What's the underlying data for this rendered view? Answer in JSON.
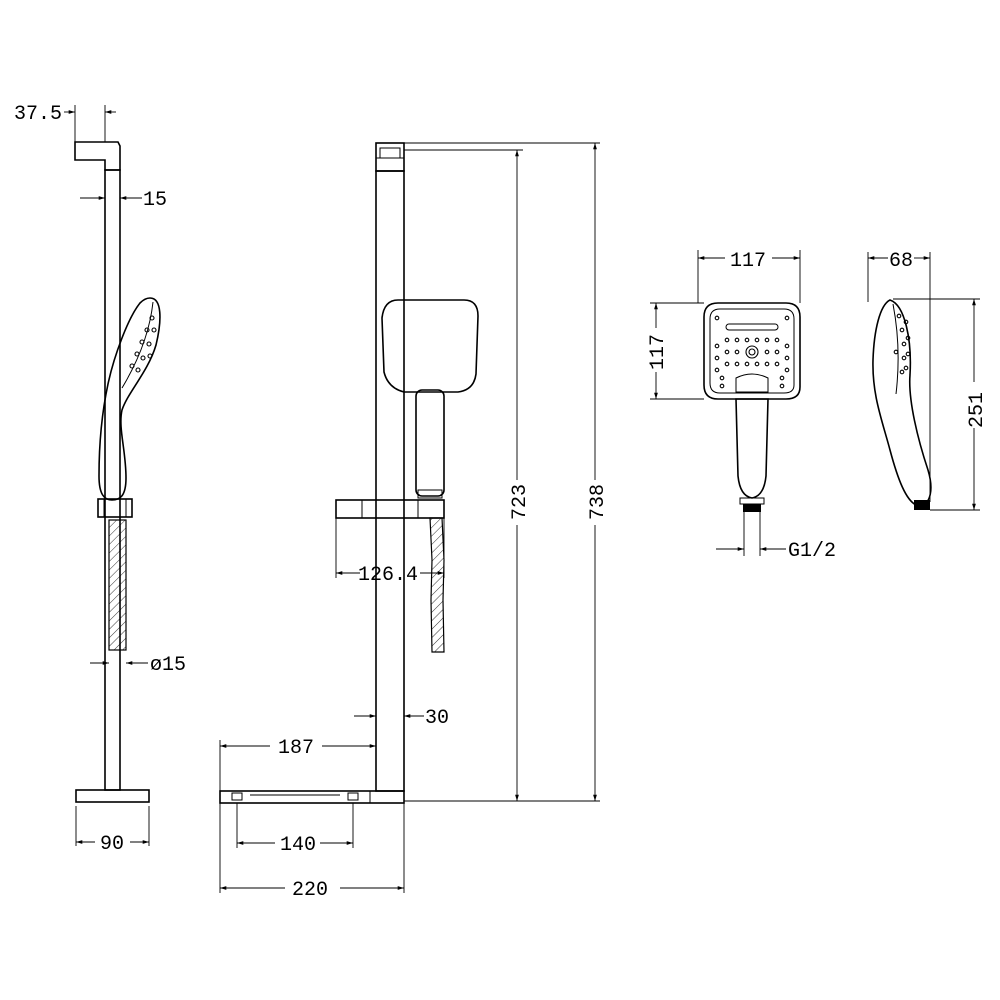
{
  "dimensions": {
    "top_bracket_offset": "37.5",
    "rail_width_side": "15",
    "hose_diameter": "ø15",
    "base_width": "90",
    "holder_reach": "126.4",
    "rail_width_front": "30",
    "shelf_offset": "187",
    "shelf_hole_spacing": "140",
    "shelf_width": "220",
    "rail_height_inner": "723",
    "rail_height_total": "738",
    "head_width": "117",
    "head_height": "117",
    "head_depth": "68",
    "shower_length": "251",
    "thread_size": "G1/2"
  }
}
